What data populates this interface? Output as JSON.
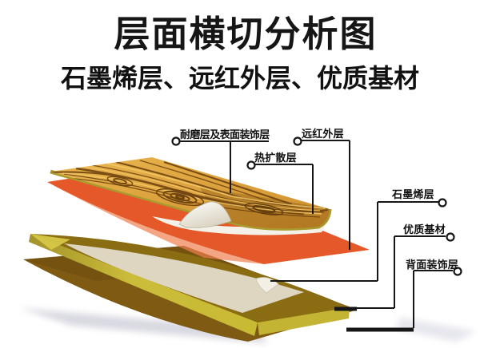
{
  "title": "层面横切分析图",
  "subtitle": "石墨烯层、远红外层、优质基材",
  "labels": {
    "wear": "耐磨层及表面装饰层",
    "far_infrared": "远红外层",
    "heat_diffusion": "热扩散层",
    "graphene": "石墨烯层",
    "substrate": "优质基材",
    "back_decor": "背面装饰层"
  },
  "layer_stack": [
    {
      "name": "耐磨层及表面装饰层",
      "color": "#d9992f"
    },
    {
      "name": "热扩散层",
      "color": "#a89a2c"
    },
    {
      "name": "远红外层",
      "color": "#e4582a"
    },
    {
      "name": "石墨烯层",
      "color": "#8a6c12"
    },
    {
      "name": "优质基材",
      "color": "#c9ba34"
    },
    {
      "name": "背面装饰层",
      "color": "#7e5a12"
    }
  ],
  "colors": {
    "background": "#ffffff",
    "title_text": "#161616",
    "label_text": "#111111",
    "leader_line": "#161616",
    "wood_top": "#d9992f",
    "wood_grain": "#6f4410",
    "heat_diffusion_strip": "#a89a2c",
    "far_infrared_orange": "#e4582a",
    "graphene_olive": "#8a6c12",
    "substrate_yellow": "#c9ba34",
    "substrate_end_yellow": "#c4b434",
    "substrate_panel": "#ded6c0",
    "back_brown": "#7e5a12",
    "sheet_white": "#f4f1e8",
    "shadow": "#d2d2dc"
  }
}
